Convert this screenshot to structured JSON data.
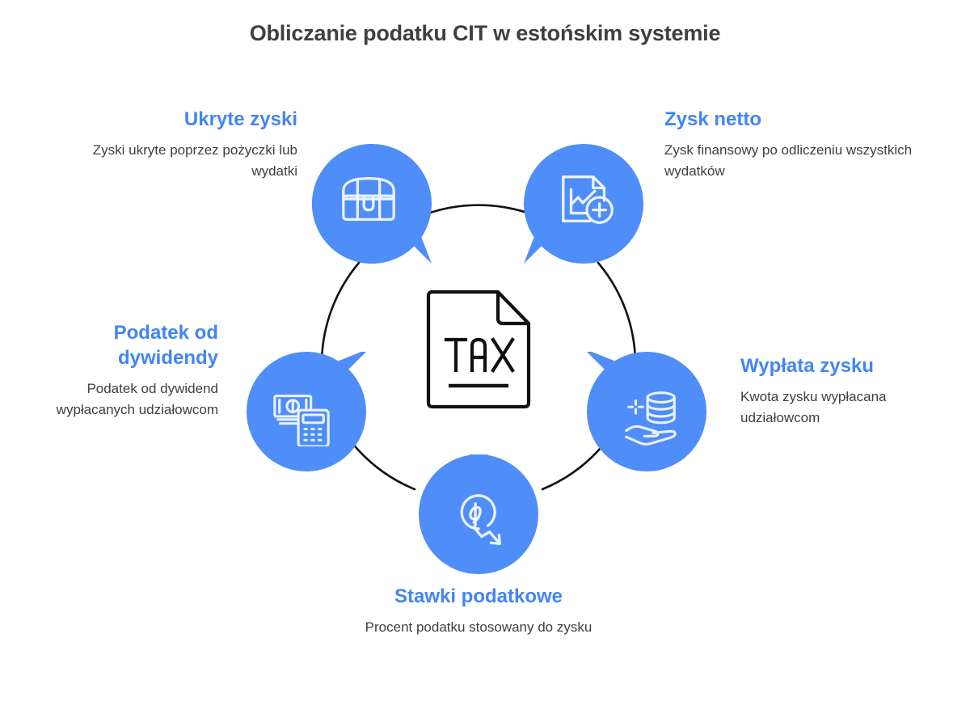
{
  "page": {
    "title": "Obliczanie podatku CIT w estońskim systemie",
    "background_color": "#ffffff"
  },
  "theme": {
    "accent_blue": "#4f8df9",
    "heading_blue": "#4285f4",
    "body_text": "#3c4043",
    "title_text": "#3c4043",
    "orbit_stroke": "#111111",
    "icon_stroke": "#ffffff"
  },
  "center": {
    "icon_name": "tax-document-icon",
    "document_text": "TAX"
  },
  "nodes": [
    {
      "id": "hidden-profits",
      "heading": "Ukryte zyski",
      "description": "Zyski ukryte poprzez pożyczki lub wydatki",
      "icon_name": "treasure-chest-icon",
      "position": "top-left"
    },
    {
      "id": "net-profit",
      "heading": "Zysk netto",
      "description": "Zysk finansowy po odliczeniu wszystkich wydatków",
      "icon_name": "document-chart-plus-icon",
      "position": "top-right"
    },
    {
      "id": "dividend-tax",
      "heading": "Podatek od dywidendy",
      "description": "Podatek od dywidend wypłacanych udziałowcom",
      "icon_name": "banknote-calculator-icon",
      "position": "left"
    },
    {
      "id": "profit-payout",
      "heading": "Wypłata zysku",
      "description": "Kwota zysku wypłacana udziałowcom",
      "icon_name": "hand-holding-coins-icon",
      "position": "right"
    },
    {
      "id": "tax-rates",
      "heading": "Stawki podatkowe",
      "description": "Procent podatku stosowany do zysku",
      "icon_name": "percent-declining-arrow-icon",
      "position": "bottom"
    }
  ]
}
